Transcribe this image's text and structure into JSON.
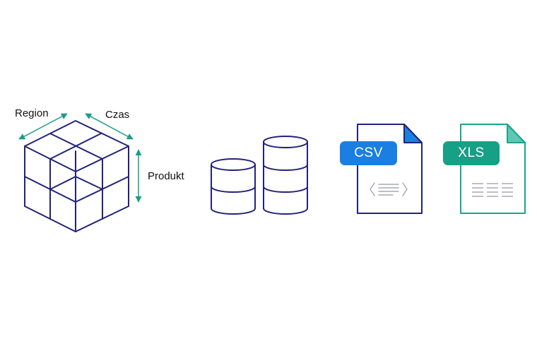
{
  "cube": {
    "labels": {
      "region": "Region",
      "time": "Czas",
      "product": "Produkt"
    }
  },
  "files": [
    {
      "badge": "CSV",
      "icon": "csv-file-icon",
      "badge_color": "#1a7fe0",
      "stroke_color": "#22237a"
    },
    {
      "badge": "XLS",
      "icon": "xls-file-icon",
      "badge_color": "#16a085",
      "stroke_color": "#18a78b"
    }
  ],
  "colors": {
    "navy": "#22237a",
    "teal": "#1a9c86"
  }
}
